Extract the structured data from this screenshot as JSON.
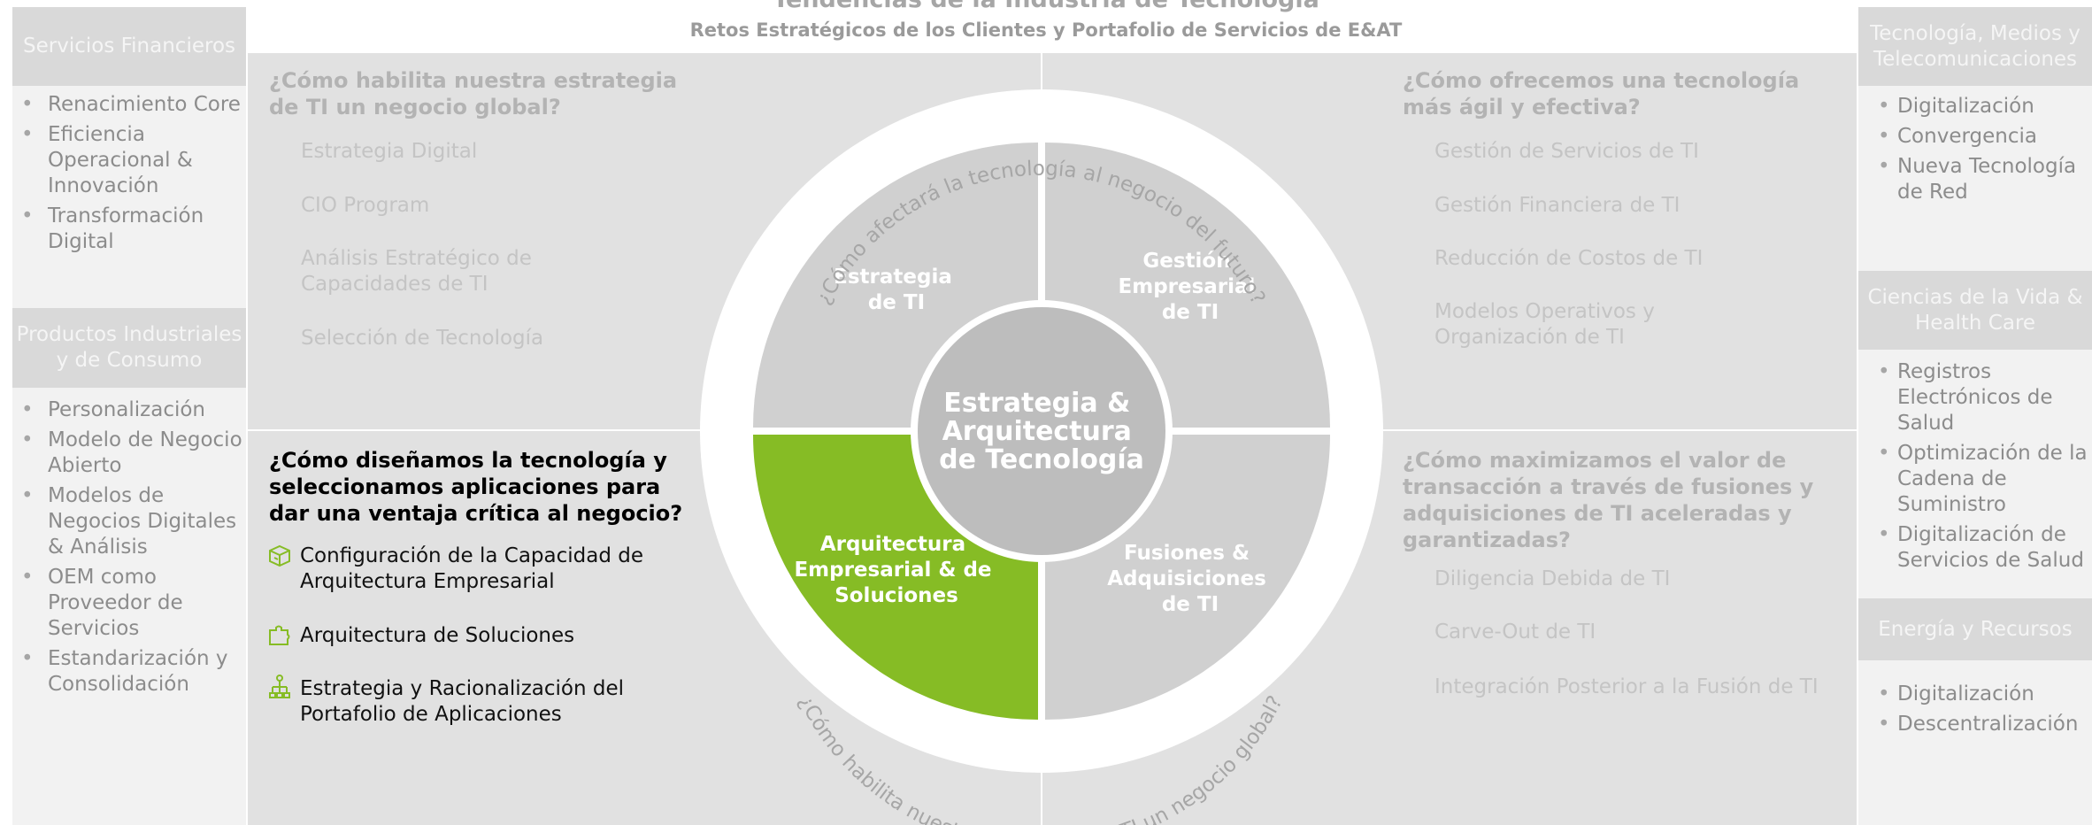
{
  "header": {
    "title": "Tendencias de la Industria de Tecnología",
    "subtitle": "Retos Estratégicos de los Clientes y Portafolio de Servicios de E&AT"
  },
  "left_column": {
    "sections": [
      {
        "heading": "Servicios Financieros",
        "items": [
          "Renacimiento Core",
          "Eficiencia Operacional & Innovación",
          "Transformación Digital"
        ]
      },
      {
        "heading": "Productos Industriales y de Consumo",
        "items": [
          "Personalización",
          "Modelo de Negocio Abierto",
          "Modelos de Negocios Digitales & Análisis",
          "OEM como Proveedor de Servicios",
          "Estandarización y Consolidación"
        ]
      }
    ]
  },
  "right_column": {
    "sections": [
      {
        "heading": "Tecnología, Medios y Telecomunicaciones",
        "items": [
          "Digitalización",
          "Convergencia",
          "Nueva Tecnología de Red"
        ]
      },
      {
        "heading": "Ciencias de la Vida & Health Care",
        "items": [
          "Registros Electrónicos de Salud",
          "Optimización de la Cadena de Suministro",
          "Digitalización de Servicios de Salud"
        ]
      },
      {
        "heading": "Energía y Recursos",
        "items": [
          "Digitalización",
          "Descentralización"
        ]
      }
    ]
  },
  "quadrants": {
    "top_left": {
      "question": "¿Cómo habilita nuestra estrategia de TI un negocio global?",
      "items": [
        "Estrategia Digital",
        "CIO Program",
        "Análisis Estratégico de Capacidades de TI",
        "Selección de Tecnología"
      ]
    },
    "top_right": {
      "question": "¿Cómo ofrecemos una tecnología más ágil y efectiva?",
      "items": [
        "Gestión de Servicios de TI",
        "Gestión Financiera de TI",
        "Reducción de Costos de TI",
        "Modelos Operativos y Organización de TI"
      ]
    },
    "bottom_left": {
      "question": "¿Cómo diseñamos la tecnología y seleccionamos aplicaciones para dar una ventaja crítica al negocio?",
      "items": [
        {
          "label": "Configuración de la Capacidad de Arquitectura Empresarial",
          "icon": "cube-icon"
        },
        {
          "label": "Arquitectura de Soluciones",
          "icon": "puzzle-icon"
        },
        {
          "label": "Estrategia y Racionalización del Portafolio de Aplicaciones",
          "icon": "hierarchy-icon"
        }
      ]
    },
    "bottom_right": {
      "question": "¿Cómo maximizamos el valor de transacción a través de fusiones y adquisiciones de TI aceleradas y garantizadas?",
      "items": [
        "Diligencia Debida de TI",
        "Carve-Out de TI",
        "Integración Posterior a la Fusión de TI"
      ]
    }
  },
  "wheel": {
    "center_label": [
      "Estrategia &",
      "Arquitectura",
      "de Tecnología"
    ],
    "segments": {
      "top_left": [
        "Estrategia",
        "de TI"
      ],
      "top_right": [
        "Gestión",
        "Empresarial",
        "de TI"
      ],
      "bottom_left": [
        "Arquitectura",
        "Empresarial & de",
        "Soluciones"
      ],
      "bottom_right": [
        "Fusiones &",
        "Adquisiciones",
        "de TI"
      ]
    },
    "arc_top_text": "¿Cómo afectará la tecnología al negocio del futuro?",
    "arc_bottom_text": "¿Cómo habilita nuestra estrategia de TI un negocio global?",
    "active_segment": "bottom_left"
  },
  "colors": {
    "active_green": "#86bc25",
    "segment_grey": "#d0d0d0",
    "center_grey": "#bdbdbd",
    "panel_grey": "#e1e1e1",
    "side_grey": "#f2f2f2",
    "header_grey": "#d9d9d9"
  }
}
